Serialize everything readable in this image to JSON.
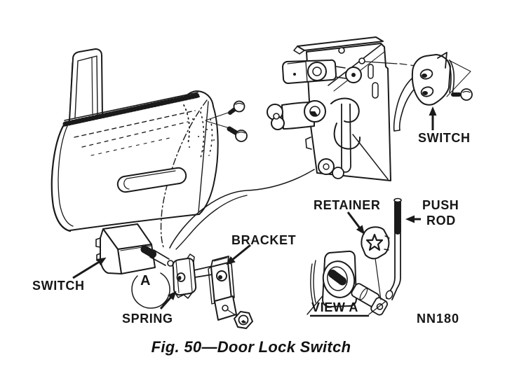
{
  "figure": {
    "caption": "Fig. 50—Door Lock Switch",
    "drawing_code": "NN180",
    "view_label": "VIEW A",
    "detail_marker": "A"
  },
  "labels": {
    "switch_upper": "SWITCH",
    "switch_lower": "SWITCH",
    "spring": "SPRING",
    "bracket": "BRACKET",
    "retainer": "RETAINER",
    "push_rod": [
      "PUSH",
      "ROD"
    ]
  },
  "colors": {
    "ink": "#1a1a1a",
    "paper": "#ffffff"
  }
}
